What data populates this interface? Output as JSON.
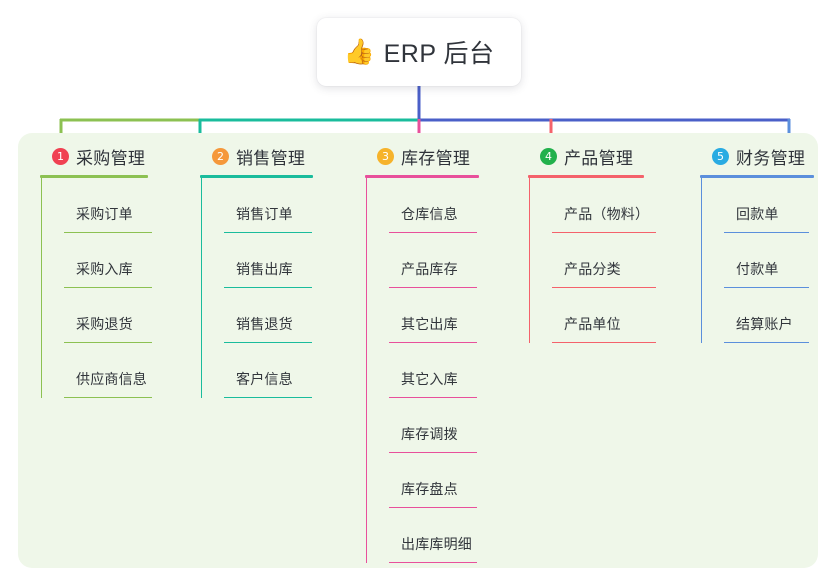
{
  "root": {
    "icon": "thumbs-up-icon",
    "icon_glyph": "👍",
    "title": "ERP 后台"
  },
  "colors": {
    "panel_bg": "#EFF7E9",
    "page_bg": "#FFFFFF",
    "root_text": "#30343B",
    "trunk_blue": "#4A5FC8"
  },
  "columns": [
    {
      "number": "1",
      "title": "采购管理",
      "badge_color": "#F04152",
      "line_color": "#8CC152",
      "items": [
        {
          "label": "采购订单"
        },
        {
          "label": "采购入库"
        },
        {
          "label": "采购退货"
        },
        {
          "label": "供应商信息"
        }
      ]
    },
    {
      "number": "2",
      "title": "销售管理",
      "badge_color": "#F5983B",
      "line_color": "#1ABC9C",
      "items": [
        {
          "label": "销售订单"
        },
        {
          "label": "销售出库"
        },
        {
          "label": "销售退货"
        },
        {
          "label": "客户信息"
        }
      ]
    },
    {
      "number": "3",
      "title": "库存管理",
      "badge_color": "#F6B32B",
      "line_color": "#E8509B",
      "items": [
        {
          "label": "仓库信息"
        },
        {
          "label": "产品库存"
        },
        {
          "label": "其它出库"
        },
        {
          "label": "其它入库"
        },
        {
          "label": "库存调拨"
        },
        {
          "label": "库存盘点"
        },
        {
          "label": "出库库明细"
        }
      ]
    },
    {
      "number": "4",
      "title": "产品管理",
      "badge_color": "#22B14C",
      "line_color": "#F4626B",
      "items": [
        {
          "label": "产品（物料）"
        },
        {
          "label": "产品分类"
        },
        {
          "label": "产品单位"
        }
      ]
    },
    {
      "number": "5",
      "title": "财务管理",
      "badge_color": "#29ABE2",
      "line_color": "#5B8FDC",
      "items": [
        {
          "label": "回款单"
        },
        {
          "label": "付款单"
        },
        {
          "label": "结算账户"
        }
      ]
    }
  ]
}
